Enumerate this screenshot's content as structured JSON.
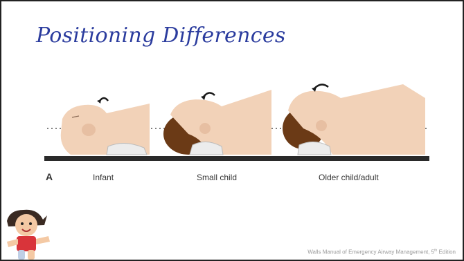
{
  "slide": {
    "title": "Positioning Differences",
    "panel_letter": "A",
    "labels": {
      "infant": "Infant",
      "small_child": "Small child",
      "older": "Older child/adult"
    },
    "citation": {
      "before": "Walls Manual of Emergency Airway Management, 5",
      "sup": "th",
      "after": " Edition"
    },
    "colors": {
      "title": "#2b3c9e",
      "skin": "#f2d2b8",
      "hair": "#6b3a16",
      "table": "#2a2a2a"
    }
  }
}
